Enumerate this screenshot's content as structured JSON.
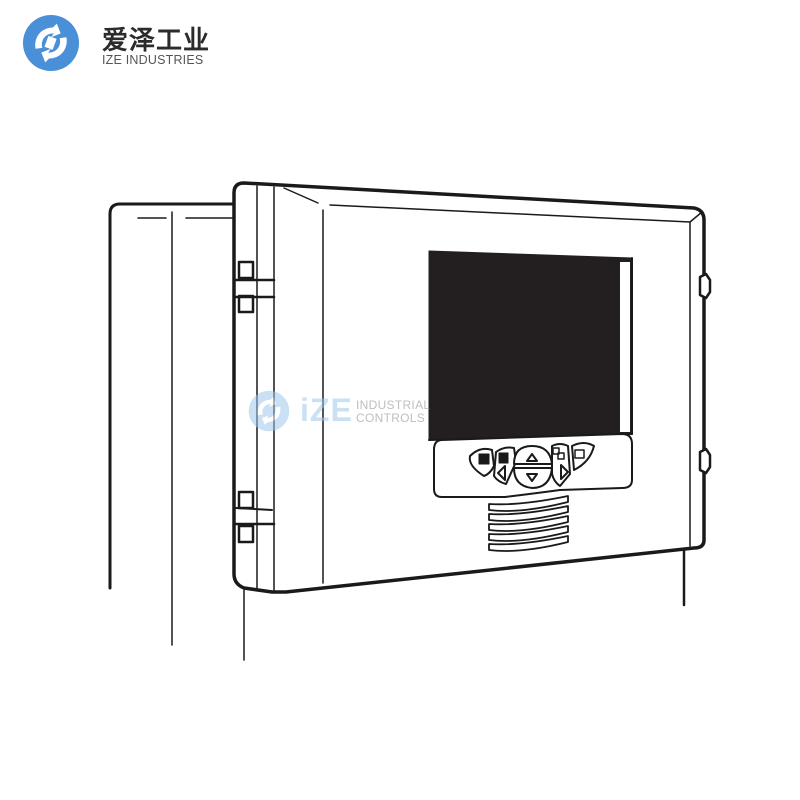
{
  "logo": {
    "icon": "ize-circular-arrow-logo-icon",
    "name_cn": "爱泽工业",
    "name_en": "IZE INDUSTRIES",
    "brand_color": "#4a90d9"
  },
  "watermark": {
    "icon": "ize-circular-arrow-watermark-icon",
    "brand": "iZE",
    "line1": "INDUSTRIAL",
    "line2": "CONTROLS",
    "brand_color": "#9fc8ec"
  },
  "device": {
    "description": "Wall-mounted controller enclosure with hinged front door, display and keypad",
    "display_color": "#231f20",
    "keypad": {
      "keys": [
        {
          "name": "menu-key",
          "icon": "menu-icon"
        },
        {
          "name": "list-key",
          "icon": "list-icon"
        },
        {
          "name": "left-key",
          "icon": "arrow-left-icon"
        },
        {
          "name": "up-key",
          "icon": "arrow-up-icon"
        },
        {
          "name": "down-key",
          "icon": "arrow-down-icon"
        },
        {
          "name": "right-key",
          "icon": "arrow-right-icon"
        },
        {
          "name": "windows-key",
          "icon": "windows-icon"
        },
        {
          "name": "return-key",
          "icon": "return-icon"
        }
      ]
    },
    "vent_slots": 5,
    "hinges": 2,
    "side_latches": 2
  }
}
